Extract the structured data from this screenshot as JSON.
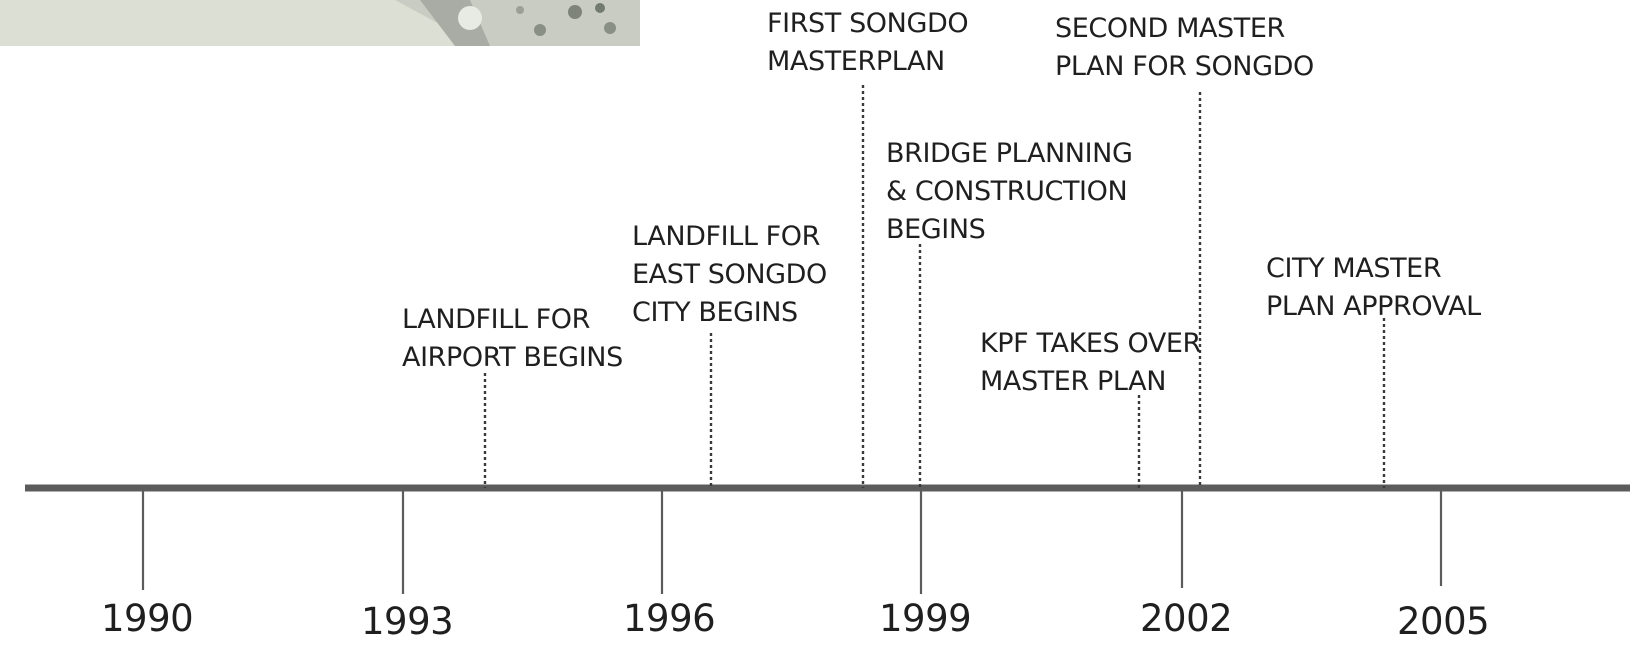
{
  "timeline": {
    "years": [
      "1990",
      "1993",
      "1996",
      "1999",
      "2002",
      "2005"
    ],
    "events": [
      {
        "lines": [
          "LANDFILL FOR",
          "AIRPORT BEGINS"
        ]
      },
      {
        "lines": [
          "LANDFILL FOR",
          "EAST SONGDO",
          "CITY BEGINS"
        ]
      },
      {
        "lines": [
          "FIRST SONGDO",
          "MASTERPLAN"
        ]
      },
      {
        "lines": [
          "BRIDGE PLANNING",
          "& CONSTRUCTION",
          "BEGINS"
        ]
      },
      {
        "lines": [
          "KPF TAKES OVER",
          "MASTER PLAN"
        ]
      },
      {
        "lines": [
          "SECOND MASTER",
          "PLAN FOR SONGDO"
        ]
      },
      {
        "lines": [
          "CITY MASTER",
          "PLAN APPROVAL"
        ]
      }
    ],
    "colors": {
      "axis": "#5c5c5c",
      "text": "#1f1f1f",
      "photo": "#d9dcd0"
    }
  }
}
